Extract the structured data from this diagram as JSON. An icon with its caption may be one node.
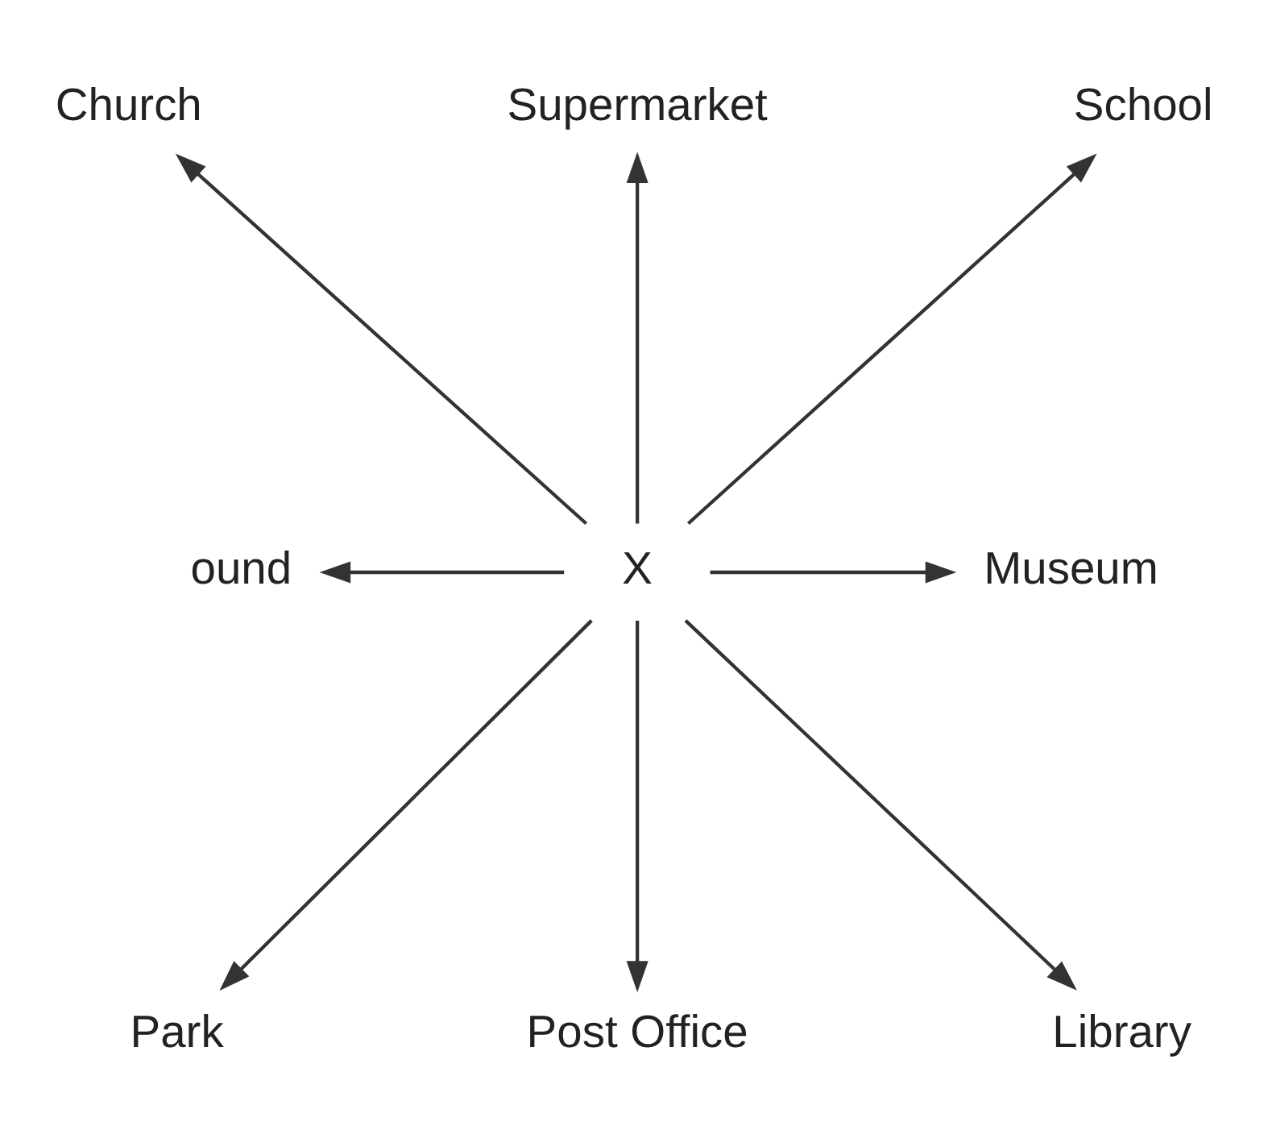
{
  "diagram": {
    "nodes": [
      {
        "text": [
          "Supermarket"
        ]
      },
      {
        "text": [
          "Church"
        ]
      },
      {
        "text": [
          "School"
        ]
      },
      {
        "text": [
          "ound"
        ]
      },
      {
        "text": [
          "X"
        ]
      },
      {
        "text": [
          "Museum"
        ]
      },
      {
        "text": [
          "Park"
        ]
      },
      {
        "text": [
          "Library"
        ]
      },
      {
        "text": [
          "Post Office"
        ]
      }
    ],
    "edges": [
      {
        "from": 4,
        "to": 0,
        "arrow": "to"
      },
      {
        "from": 4,
        "to": 2,
        "arrow": "to"
      },
      {
        "from": 4,
        "to": 5,
        "arrow": "to"
      },
      {
        "from": 4,
        "to": 7,
        "arrow": "to"
      },
      {
        "from": 4,
        "to": 8,
        "arrow": "to"
      },
      {
        "from": 4,
        "to": 6,
        "arrow": "to"
      },
      {
        "from": 4,
        "to": 3,
        "arrow": "to"
      },
      {
        "from": 4,
        "to": 1,
        "arrow": "to"
      }
    ]
  }
}
